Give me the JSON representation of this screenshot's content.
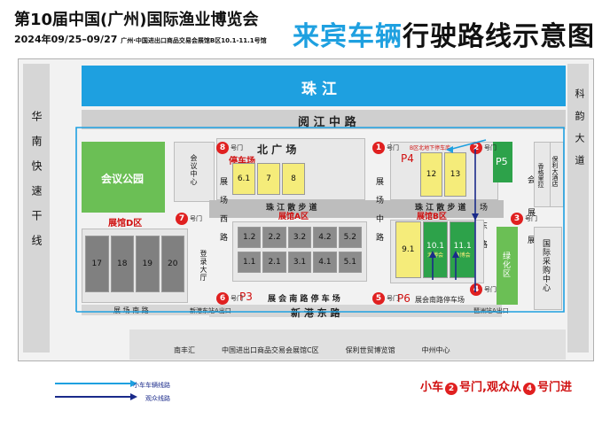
{
  "header": {
    "title": "第10届中国(广州)国际渔业博览会",
    "date_main": "2024年09/25–09/27",
    "date_venue": "广州·中国进出口商品交易会展馆B区10.1-11.1号馆",
    "route_title_a": "来宾车辆",
    "route_title_b": "行驶路线示意图"
  },
  "map": {
    "river": "珠  江",
    "road_top": "阅 江 中 路",
    "road_left": "华南快速干线",
    "road_right": "科韵大道",
    "square_north": "北  广  场",
    "parking_label": "停车场",
    "park": "会议公园",
    "hall_d": "展馆D区",
    "hall_a": "展馆A区",
    "hall_b": "展馆B区",
    "promenade_a": "珠 江 散 步 道",
    "promenade_b": "珠 江 散 步 道",
    "conference_center": "会议中心",
    "registration_hall": "登录大厅",
    "exhibit_west_road": "展场西路",
    "exhibit_middle_road": "展场中路",
    "exhibit_east_road": "展场东路",
    "exhibit_south_road": "展 场 南 路",
    "south_parking": "展 会 南 路 停 车 场",
    "south_parking_p6": "展会南路停车场",
    "xingang_road": "新 港 东 路",
    "metro_west": "新港东站A出口",
    "metro_east": "琶洲站A出口",
    "green_zone": "绿化区",
    "intl_procurement": "国际采购中心",
    "shangri_la": "香格里拉",
    "poly_hotel": "保利大酒店",
    "b_north_parking": "B区北地下停车库",
    "meeting_label_11": "渔博会",
    "meeting_label_10": "渔博会",
    "bottom_buildings": [
      "南丰汇",
      "中国进出口商品交易会展馆C区",
      "保利世贸博览馆",
      "中州中心"
    ],
    "p_labels": {
      "p3": "P3",
      "p4": "P4",
      "p5": "P5",
      "p6": "P6"
    },
    "gates": [
      {
        "num": "1",
        "label": "号门"
      },
      {
        "num": "2",
        "label": "号门"
      },
      {
        "num": "3",
        "label": "号门"
      },
      {
        "num": "4",
        "label": "号门"
      },
      {
        "num": "5",
        "label": "号门"
      },
      {
        "num": "6",
        "label": "号门"
      },
      {
        "num": "7",
        "label": "号门"
      },
      {
        "num": "8",
        "label": "号门"
      }
    ],
    "halls_d": [
      "17",
      "18",
      "19",
      "20"
    ],
    "halls_a_top": [
      "1.2",
      "2.2",
      "3.2",
      "4.2",
      "5.2"
    ],
    "halls_a_bottom": [
      "1.1",
      "2.1",
      "3.1",
      "4.1",
      "5.1"
    ],
    "halls_north": [
      "6.1",
      "7",
      "8"
    ],
    "halls_b_top": [
      "12",
      "13"
    ],
    "halls_b_bottom": [
      "9.1",
      "10.1",
      "11.1"
    ],
    "side_chars": {
      "hui": "会",
      "zhan1": "展",
      "zhan2": "展"
    }
  },
  "legend": {
    "car_route": "小车车辆线路",
    "audience_route": "观众线路",
    "colors": {
      "car": "#1ea0e0",
      "audience": "#1a2a8a"
    }
  },
  "note": {
    "part1": "小车",
    "gate_a": "2",
    "part2": "号门,观众从",
    "gate_b": "4",
    "part3": "号门进"
  }
}
